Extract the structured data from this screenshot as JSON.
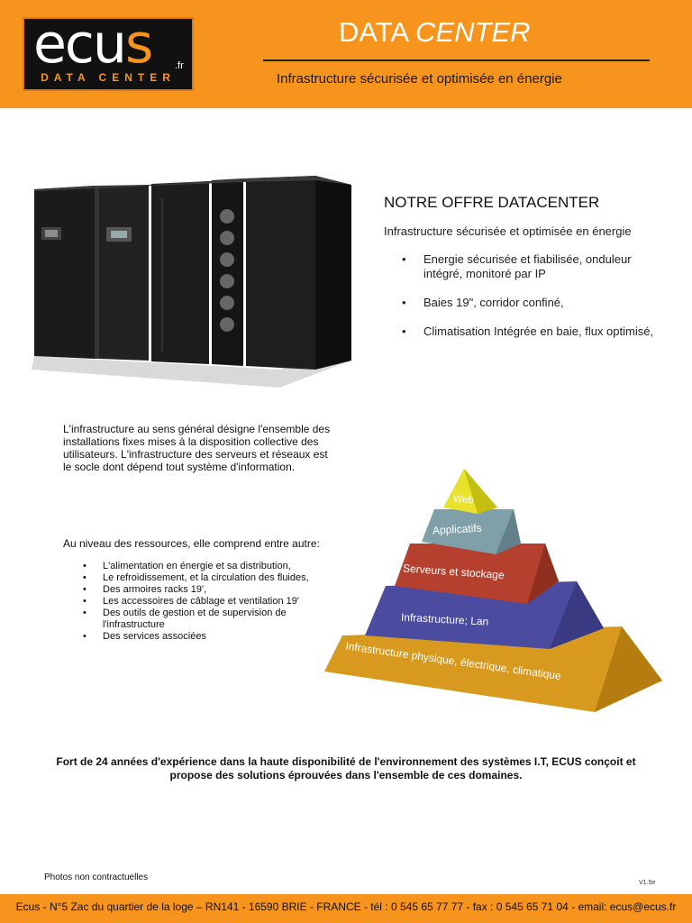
{
  "header": {
    "logo_main_1": "ecu",
    "logo_main_2": "s",
    "logo_fr": ".fr",
    "logo_sub": "DATA CENTER",
    "title_1": "DATA",
    "title_2": "CENTER",
    "subtitle": "Infrastructure sécurisée et optimisée en énergie"
  },
  "offer": {
    "title": "NOTRE OFFRE DATACENTER",
    "subtitle": "Infrastructure sécurisée et optimisée en énergie",
    "items": [
      "Energie sécurisée et fiabilisée,  onduleur intégré, monitoré par IP",
      "Baies 19\", corridor confiné,",
      "Climatisation Intégrée en baie,  flux optimisé,"
    ]
  },
  "intro": "L'infrastructure au sens général désigne l'ensemble des installations fixes mises à la disposition collective des utilisateurs. L'infrastructure des serveurs et réseaux est le socle dont dépend tout système d'information.",
  "resources": {
    "title": "Au niveau des ressources, elle comprend entre autre:",
    "items": [
      "L'alimentation en énergie et sa distribution,",
      "Le refroidissement, et la circulation des fluides,",
      "Des armoires racks 19',",
      "Les accessoires de câblage et ventilation 19'",
      "Des outils de gestion et de supervision de l'infrastructure",
      "Des services associées"
    ]
  },
  "pyramid": {
    "levels": [
      "Web",
      "Applicatifs",
      "Serveurs et stockage",
      "Infrastructure; Lan",
      "Infrastructure physique, électrique, climatique"
    ],
    "colors": [
      "#e8e22c",
      "#7fa0a8",
      "#b5402e",
      "#4b4ba0",
      "#d89a1e"
    ]
  },
  "closing": "Fort de 24 années d'expérience dans la haute disponibilité de l'environnement des systèmes I.T, ECUS conçoit et propose des solutions éprouvées dans l'ensemble de ces domaines.",
  "photos_note": "Photos non contractuelles",
  "version": "V1.5e",
  "footer": "Ecus - N°5 Zac du quartier de la loge – RN141 - 16590 BRIE - FRANCE - tél : 0 545 65 77 77 - fax : 0 545 65 71 04 - email: ecus@ecus.fr"
}
